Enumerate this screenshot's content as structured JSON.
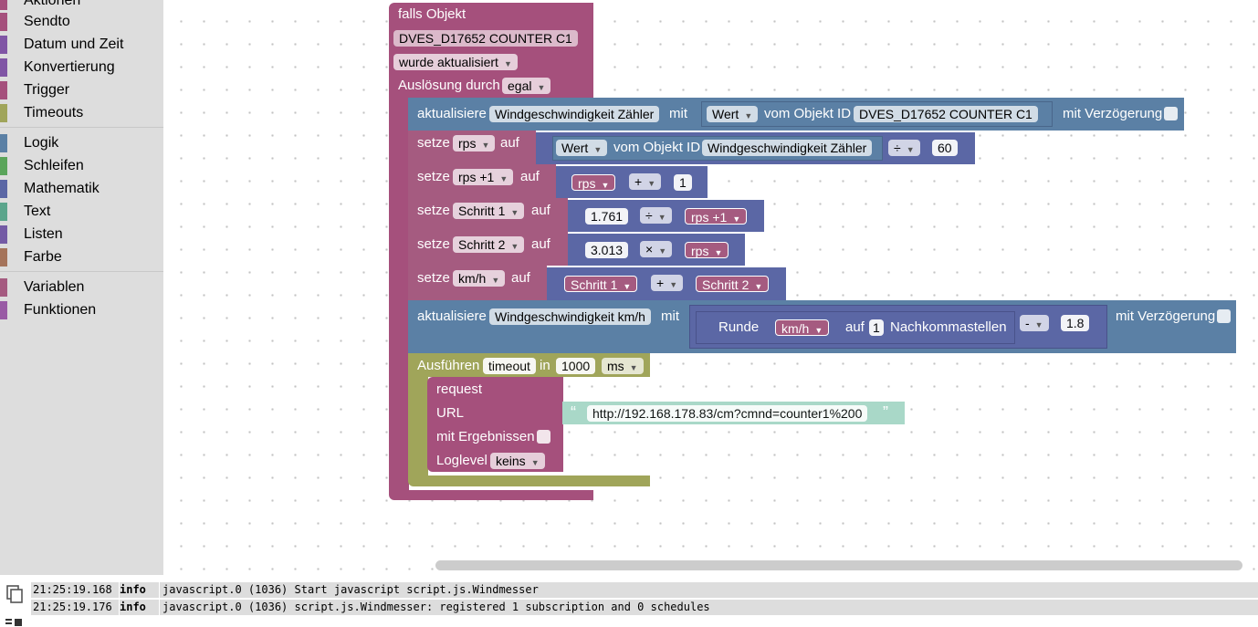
{
  "toolbox": {
    "items": [
      {
        "label": "Aktionen",
        "color": "#a5507c"
      },
      {
        "label": "Sendto",
        "color": "#a5507c"
      },
      {
        "label": "Datum und Zeit",
        "color": "#8055a5"
      },
      {
        "label": "Konvertierung",
        "color": "#8055a5"
      },
      {
        "label": "Trigger",
        "color": "#a5507c"
      },
      {
        "label": "Timeouts",
        "color": "#a0a55a"
      },
      {
        "label": "Logik",
        "color": "#5b80a5"
      },
      {
        "label": "Schleifen",
        "color": "#5ba55b"
      },
      {
        "label": "Mathematik",
        "color": "#5b67a5"
      },
      {
        "label": "Text",
        "color": "#5ba58c"
      },
      {
        "label": "Listen",
        "color": "#745ba5"
      },
      {
        "label": "Farbe",
        "color": "#a5745b"
      },
      {
        "label": "Variablen",
        "color": "#a55b80"
      },
      {
        "label": "Funktionen",
        "color": "#995ba5"
      }
    ]
  },
  "colors": {
    "trigger": "#a5507c",
    "state": "#5b80a5",
    "variable": "#a55b80",
    "math": "#5b67a5",
    "timeout": "#a0a55a",
    "text": "#5ba58c"
  },
  "trigger": {
    "title": "falls Objekt",
    "object_id": "DVES_D17652 COUNTER  C1",
    "event": "wurde aktualisiert",
    "ausloesung_label": "Auslösung durch",
    "ausloesung_value": "egal"
  },
  "update1": {
    "label": "aktualisiere",
    "target": "Windgeschwindigkeit Zähler",
    "mit": "mit",
    "wert": "Wert",
    "vom_objekt": "vom Objekt ID",
    "source": "DVES_D17652 COUNTER  C1",
    "delay_label": "mit Verzögerung"
  },
  "set_rps": {
    "setze": "setze",
    "var": "rps",
    "auf": "auf",
    "wert": "Wert",
    "vom_objekt": "vom Objekt ID",
    "source": "Windgeschwindigkeit Zähler",
    "op": "÷",
    "num": "60"
  },
  "set_rps1": {
    "setze": "setze",
    "var": "rps +1",
    "auf": "auf",
    "a": "rps",
    "op": "+",
    "num": "1"
  },
  "set_schritt1": {
    "setze": "setze",
    "var": "Schritt 1",
    "auf": "auf",
    "num": "1.761",
    "op": "÷",
    "b": "rps +1"
  },
  "set_schritt2": {
    "setze": "setze",
    "var": "Schritt 2",
    "auf": "auf",
    "num": "3.013",
    "op": "×",
    "b": "rps"
  },
  "set_kmh": {
    "setze": "setze",
    "var": "km/h",
    "auf": "auf",
    "a": "Schritt 1",
    "op": "+",
    "b": "Schritt 2"
  },
  "update2": {
    "label": "aktualisiere",
    "target": "Windgeschwindigkeit km/h",
    "mit": "mit",
    "runde": "Runde",
    "var": "km/h",
    "auf": "auf",
    "digits": "1",
    "nachkomma": "Nachkommastellen",
    "op": "-",
    "num": "1.8",
    "delay_label": "mit Verzögerung"
  },
  "timeout": {
    "label": "Ausführen",
    "name": "timeout",
    "in": "in",
    "value": "1000",
    "unit": "ms"
  },
  "request": {
    "title": "request",
    "url_label": "URL",
    "url": "http://192.168.178.83/cm?cmnd=counter1%200",
    "results_label": "mit Ergebnissen",
    "loglevel_label": "Loglevel",
    "loglevel_value": "keins"
  },
  "console": {
    "rows": [
      {
        "time": "21:25:19.168",
        "level": "info",
        "msg": "javascript.0 (1036) Start javascript script.js.Windmesser"
      },
      {
        "time": "21:25:19.176",
        "level": "info",
        "msg": "javascript.0 (1036) script.js.Windmesser: registered 1 subscription and 0 schedules"
      }
    ]
  }
}
